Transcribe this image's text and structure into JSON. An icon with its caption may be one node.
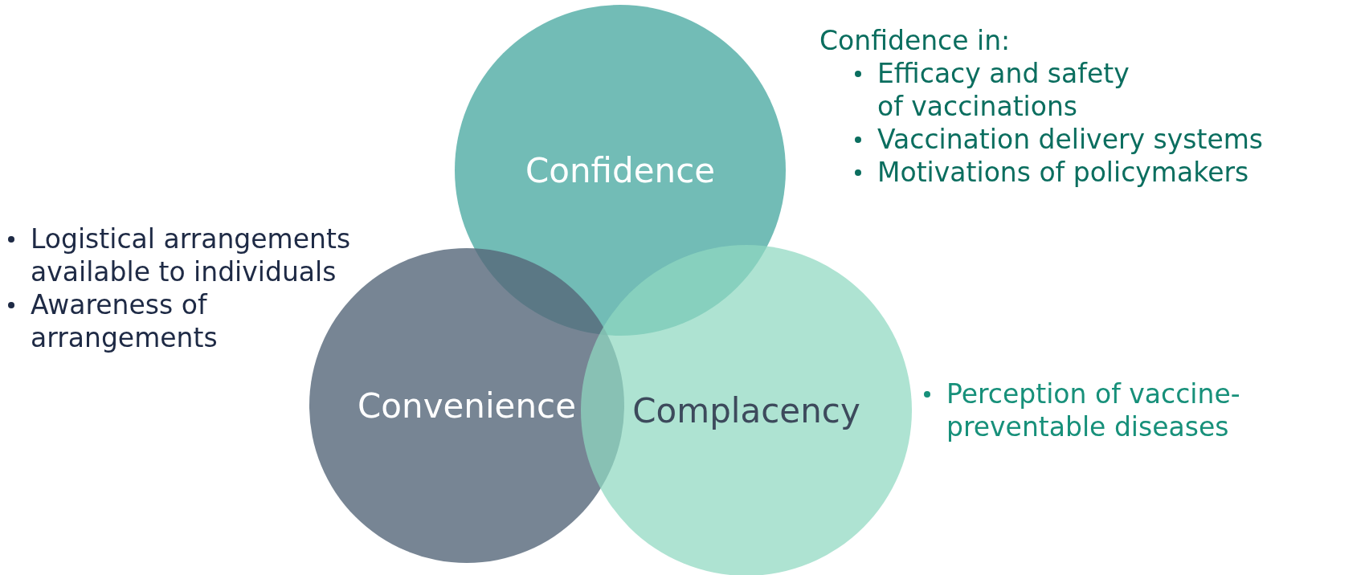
{
  "diagram": {
    "nodes": [
      {
        "text": [
          "Confidence"
        ],
        "beside": [
          "Confidence in:",
          "Efficacy and safety of vaccinations",
          "Vaccination delivery systems",
          "Motivations of policymakers"
        ]
      },
      {
        "text": [
          "Convenience"
        ],
        "beside": [
          "Logistical arrangements available to individuals",
          "Awareness of arrangements"
        ]
      },
      {
        "text": [
          "Complacency"
        ],
        "beside": [
          "Perception of vaccine-preventable diseases"
        ]
      }
    ]
  }
}
